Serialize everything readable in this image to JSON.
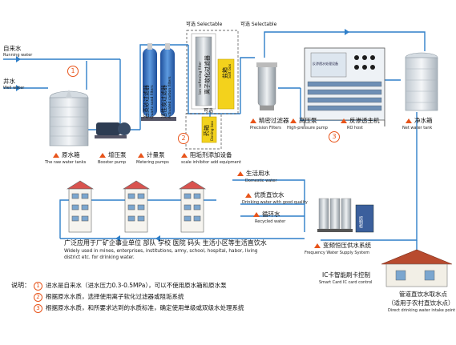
{
  "sources": {
    "tap_zh": "自来水",
    "tap_en": "Running water",
    "well_zh": "井水",
    "well_en": "Well water"
  },
  "optional": {
    "label_left": "可选 Selectable",
    "label_right": "可选 Selectable",
    "label_bottom": "可选"
  },
  "filters": {
    "quartz": "石英砂过滤器",
    "quartz_en": "Quartz sand filters",
    "carbon": "活性炭过滤器",
    "carbon_en": "Activated carbon filters",
    "softener": "离子软化过滤器",
    "softener_en": "Ion softening filter",
    "salt_box": "盐箱",
    "salt_box_en": "Salt box",
    "dosing_box": "药箱",
    "dosing_box_en": "Dosing box"
  },
  "stations": {
    "raw_tank_zh": "原水箱",
    "raw_tank_en": "The raw water tanks",
    "booster_zh": "增压泵",
    "booster_en": "Booster pump",
    "metering_zh": "计量泵",
    "metering_en": "Metering pumps",
    "scale_zh": "阻垢剂添加设备",
    "scale_en": "scale inhibitor add equipment",
    "precision_zh": "精密过滤器",
    "precision_en": "Precision Filters",
    "highpressure_zh": "高压泵",
    "highpressure_en": "High-pressure pump",
    "ro_zh": "反渗透主机",
    "ro_en": "RO host",
    "net_tank_zh": "净水箱",
    "net_tank_en": "Net water tank",
    "ro_panel": "反渗透水处理设备"
  },
  "steps": [
    "1",
    "2",
    "3"
  ],
  "supply": {
    "domestic_zh": "生活用水",
    "domestic_en": "Domestic water",
    "drinking_zh": "优质直饮水",
    "drinking_en": "Drinking water with good quality",
    "recycled_zh": "循环水",
    "recycled_en": "Recycled water",
    "freq_zh": "变频恒压供水系统",
    "freq_en": "Frequency Water Supply System",
    "panel_label": "控制柜"
  },
  "application": {
    "zh": "广泛应用于厂矿企事业单位 部队 学校 医院 码头 生活小区等生活直饮水",
    "en1": "Widely used in mines, enterprises, institutions, army, school, hospital, habor, living",
    "en2": "district etc. for drinking water."
  },
  "card": {
    "zh": "IC卡智能刷卡控制",
    "en": "Smart Card IC card control"
  },
  "intake": {
    "zh1": "管道直饮水取水点",
    "zh2": "（适用于农村直饮水点）",
    "en": "Direct drinking water intake point"
  },
  "notes": {
    "title": "说明：",
    "items": [
      {
        "num": "1",
        "text": "进水是自来水（进水压力0.3-0.5MPa），可以不使用原水箱和原水泵"
      },
      {
        "num": "2",
        "text": "根据原水水质，选择使用离子软化过滤器或阻垢系统"
      },
      {
        "num": "3",
        "text": "根据原水水质，和所要求达到的水质标准，确定使用单级或双级水处理系统"
      }
    ]
  },
  "colors": {
    "pipe": "#2f7fc9",
    "accent": "#e8541a",
    "tank": "#dfe6ec",
    "filter_blue": "#3a79c9",
    "yellow": "#f3d21c"
  }
}
